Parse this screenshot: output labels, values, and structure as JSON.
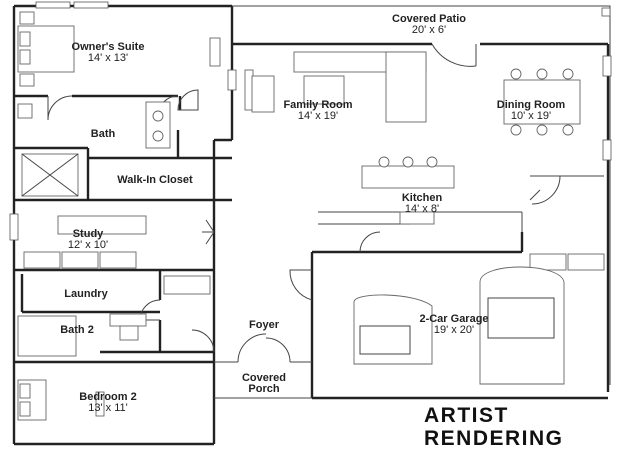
{
  "rooms": {
    "covered_patio": {
      "name": "Covered Patio",
      "size": "20' x 6'"
    },
    "owners_suite": {
      "name": "Owner's Suite",
      "size": "14' x 13'"
    },
    "family_room": {
      "name": "Family Room",
      "size": "14' x 19'"
    },
    "dining_room": {
      "name": "Dining Room",
      "size": "10' x 19'"
    },
    "bath": {
      "name": "Bath"
    },
    "walk_in_closet": {
      "name": "Walk-In Closet"
    },
    "kitchen": {
      "name": "Kitchen",
      "size": "14' x 8'"
    },
    "study": {
      "name": "Study",
      "size": "12' x 10'"
    },
    "garage": {
      "name": "2-Car Garage",
      "size": "19' x 20'"
    },
    "laundry": {
      "name": "Laundry"
    },
    "bath_2": {
      "name": "Bath 2"
    },
    "foyer": {
      "name": "Foyer"
    },
    "covered_porch": {
      "name": "Covered",
      "name_line2": "Porch"
    },
    "bedroom_2": {
      "name": "Bedroom 2",
      "size": "13' x 11'"
    }
  },
  "watermark": {
    "line1": "ARTIST",
    "line2": "RENDERING"
  }
}
